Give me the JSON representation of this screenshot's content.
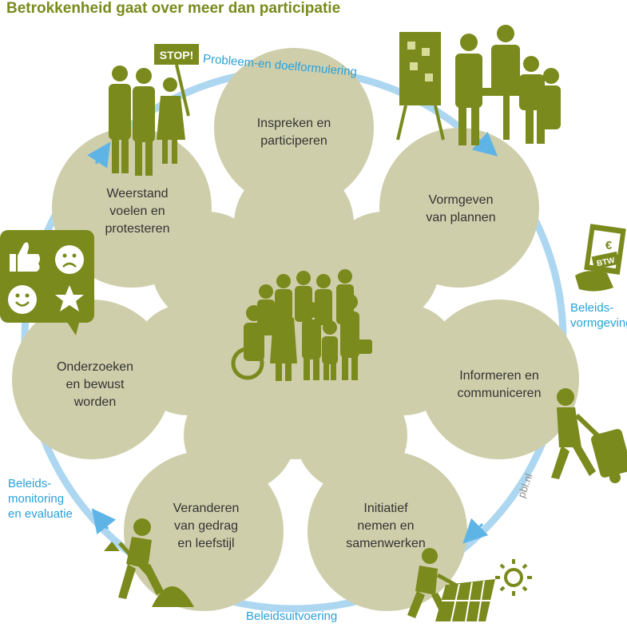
{
  "title": "Betrokkenheid gaat over meer dan participatie",
  "petals": [
    {
      "id": "top",
      "lines": [
        "Inspreken en",
        "participeren"
      ]
    },
    {
      "id": "upper-right",
      "lines": [
        "Vormgeven",
        "van plannen"
      ]
    },
    {
      "id": "lower-right",
      "lines": [
        "Informeren en",
        "communiceren"
      ]
    },
    {
      "id": "bottom-right",
      "lines": [
        "Initiatief",
        "nemen en",
        "samenwerken"
      ]
    },
    {
      "id": "bottom-left",
      "lines": [
        "Veranderen",
        "van gedrag",
        "en leefstijl"
      ]
    },
    {
      "id": "lower-left",
      "lines": [
        "Onderzoeken",
        "en bewust",
        "worden"
      ]
    },
    {
      "id": "upper-left",
      "lines": [
        "Weerstand",
        "voelen en",
        "protesteren"
      ]
    }
  ],
  "phases": {
    "top": "Probleem-en doelformulering",
    "right": [
      "Beleids-",
      "vormgeving"
    ],
    "bottom": "Beleidsuitvoering",
    "left": [
      "Beleids-",
      "monitoring",
      "en evaluatie"
    ]
  },
  "sign_text": "STOP!",
  "tax_sheet_text": "BTW",
  "credit": "pbl.nl",
  "colors": {
    "olive": "#7a8a1c",
    "petal": "#cfceab",
    "cycle_arrow": "#9fd0ee",
    "phase_text": "#2aa0d8",
    "body_text": "#333333"
  },
  "icons": [
    "protest-group-icon",
    "meeting-flipchart-icon",
    "tax-document-icon",
    "walking-person-icon",
    "solar-panel-worker-icon",
    "sun-icon",
    "digging-worker-icon",
    "feedback-emoji-icon",
    "crowd-icon"
  ]
}
